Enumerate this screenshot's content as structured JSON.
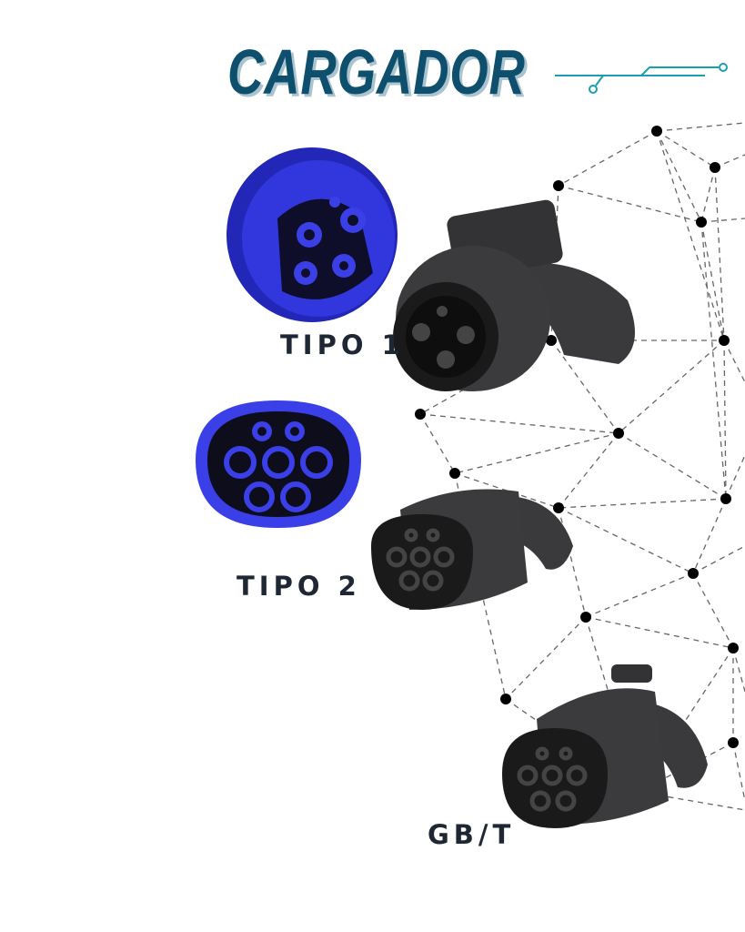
{
  "title": "CARGADOR",
  "connectors": [
    {
      "label": "TIPO 1",
      "pins": 5
    },
    {
      "label": "TIPO 2",
      "pins": 7
    },
    {
      "label": "GB/T",
      "pins": 7
    }
  ],
  "colors": {
    "title": "#0d4f6d",
    "circuit": "#1a9fb0",
    "socket_blue": "#2a2fd6",
    "plug_black": "#2a2a2c",
    "label": "#1e2733"
  }
}
